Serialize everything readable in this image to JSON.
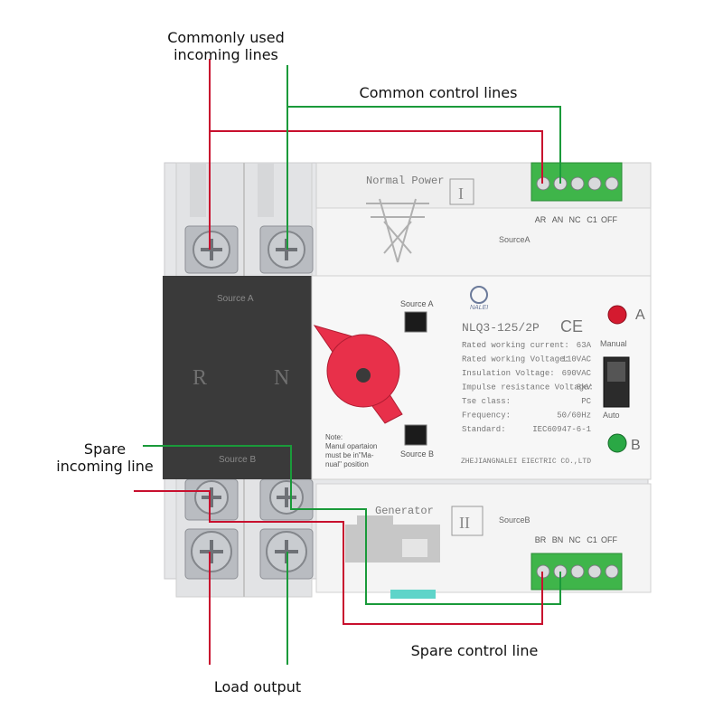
{
  "callouts": {
    "common_incoming": "Commonly used\nincoming lines",
    "common_control": "Common control lines",
    "spare_incoming": "Spare\nincoming line",
    "spare_control": "Spare control line",
    "load_output": "Load output"
  },
  "device": {
    "normal_power": "Normal Power",
    "roman_one": "I",
    "roman_two": "II",
    "generator": "Generator",
    "source_a_label": "SourceA",
    "source_b_label": "SourceB",
    "terminals_top": [
      "AR",
      "AN",
      "NC",
      "C1",
      "OFF"
    ],
    "terminals_bottom": [
      "BR",
      "BN",
      "NC",
      "C1",
      "OFF"
    ],
    "dark_panel": {
      "source_a": "Source A",
      "source_b": "Source B",
      "r": "R",
      "n": "N"
    },
    "window_a": "Source A",
    "window_b": "Source B",
    "note": "Note:\nManul opartaion\nmust be in\"Ma-\nnual\" position",
    "brand": "NALEI",
    "model": "NLQ3-125/2P",
    "ce": "CE",
    "specs": [
      {
        "label": "Rated working current:",
        "value": "63A"
      },
      {
        "label": "Rated working Voltage:",
        "value": "110VAC"
      },
      {
        "label": "Insulation Voltage:",
        "value": "690VAC"
      },
      {
        "label": "Impulse resistance Voltage:",
        "value": "8kV"
      },
      {
        "label": "Tse class:",
        "value": "PC"
      },
      {
        "label": "Frequency:",
        "value": "50/60Hz"
      },
      {
        "label": "Standard:",
        "value": "IEC60947-6-1"
      }
    ],
    "company": "ZHEJIANGNALEI EIECTRIC CO.,LTD",
    "indicator_a": "A",
    "indicator_b": "B",
    "manual": "Manual",
    "auto": "Auto"
  },
  "colors": {
    "red_wire": "#c8102e",
    "green_wire": "#1a9a3a",
    "terminal_green": "#3fb54a",
    "panel_dark": "#3a3a3a",
    "handle_red": "#e8304a"
  }
}
